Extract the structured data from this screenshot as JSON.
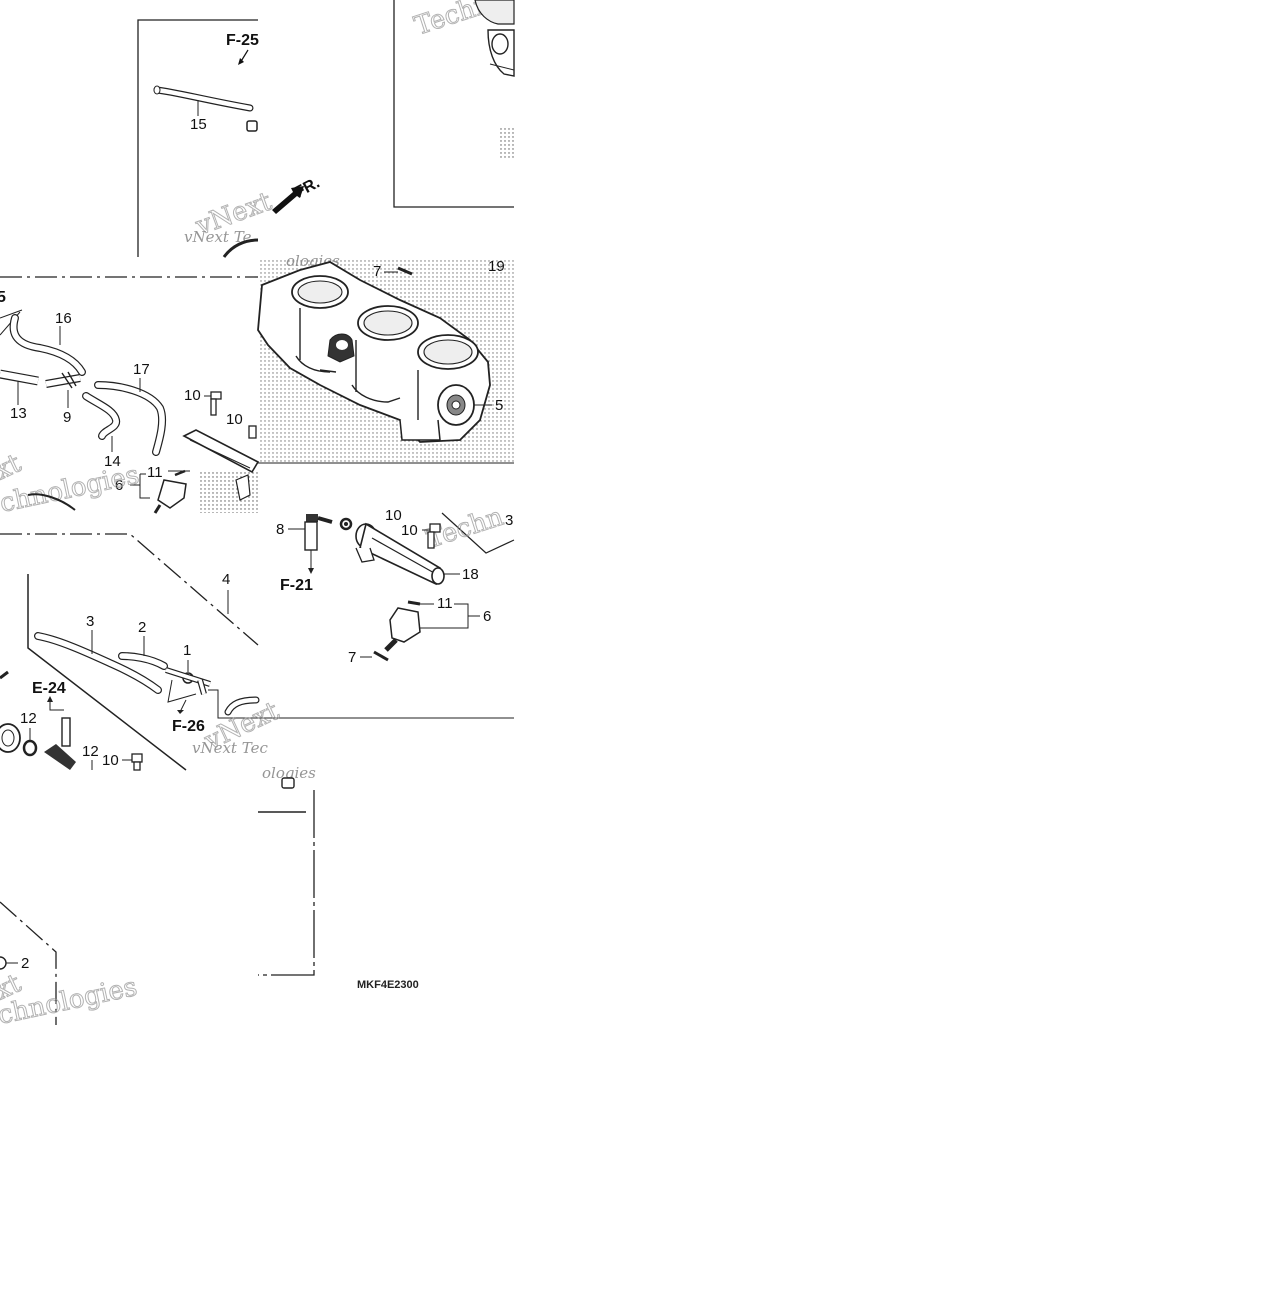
{
  "diagram": {
    "code": "MKF4E2300",
    "direction": "FR.",
    "refs": {
      "f25": "F-25",
      "f21": "F-21",
      "f26": "F-26",
      "e24": "E-24",
      "partial_top_left": "5"
    },
    "callouts": {
      "p1": "1",
      "p2": "2",
      "p3": "3",
      "p4": "4",
      "p5": "5",
      "p6a": "6",
      "p6b": "6",
      "p7a": "7",
      "p7b": "7",
      "p8": "8",
      "p9": "9",
      "p10a": "10",
      "p10b": "10",
      "p10c": "10",
      "p10d": "10",
      "p10e": "10",
      "p11a": "11",
      "p11b": "11",
      "p12a": "12",
      "p12b": "12",
      "p13": "13",
      "p14": "14",
      "p15": "15",
      "p16": "16",
      "p17": "17",
      "p18": "18",
      "p19": "19",
      "p2b": "2",
      "p3b": "3"
    },
    "watermark": {
      "techno": "Techn",
      "vnext": "vNext",
      "vnext_te": "vNext Te",
      "technologies": "chnologies",
      "ext": "xt",
      "gies": "ologies",
      "vnext_tec": "vNext Tec"
    }
  }
}
